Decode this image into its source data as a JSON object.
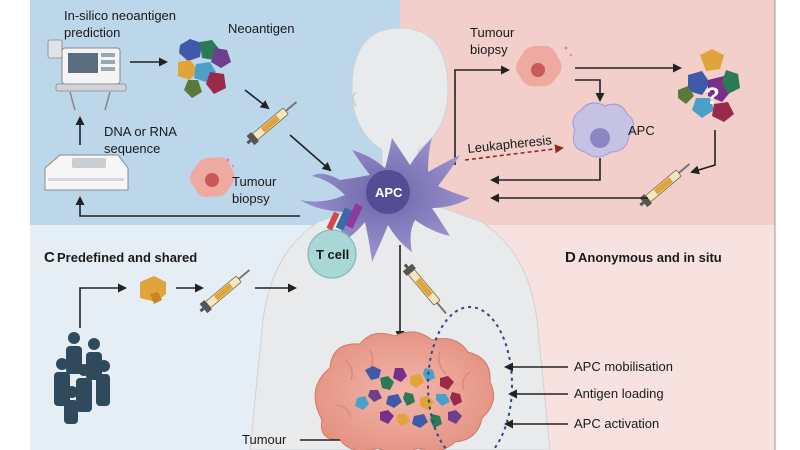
{
  "colors": {
    "panel_a": "#bcd6ea",
    "panel_b": "#f2cfcb",
    "panel_c": "#e4ecf4",
    "panel_d": "#f6e0de",
    "body": "#e6e8ea",
    "apc": "#8e86c4",
    "tcell": "#a8d8d6",
    "tumour": "#e9a596",
    "arrow": "#222222"
  },
  "icons": [
    "computer-icon",
    "dna-sequencer-icon",
    "neoantigen-cluster-icon",
    "syringe-icon",
    "tumour-cell-icon",
    "apc-cell-icon",
    "t-cell-icon",
    "people-group-icon",
    "tumour-mass-icon",
    "question-mark-icon"
  ],
  "panel_a": {
    "in_silico_line1": "In-silico neoantigen",
    "in_silico_line2": "prediction",
    "neoantigen": "Neoantigen",
    "dna_line1": "DNA or RNA",
    "dna_line2": "sequence",
    "tumour_line1": "Tumour",
    "tumour_line2": "biopsy"
  },
  "panel_b": {
    "tumour_line1": "Tumour",
    "tumour_line2": "biopsy",
    "apc": "APC",
    "leukapheresis": "Leukapheresis",
    "unknown_mark": "?"
  },
  "panel_c": {
    "letter": "C",
    "title": "Predefined and shared"
  },
  "panel_d": {
    "letter": "D",
    "title": "Anonymous and in situ"
  },
  "center": {
    "apc": "APC",
    "tcell": "T cell",
    "tumour": "Tumour"
  },
  "steps": [
    "APC mobilisation",
    "Antigen loading",
    "APC activation"
  ]
}
